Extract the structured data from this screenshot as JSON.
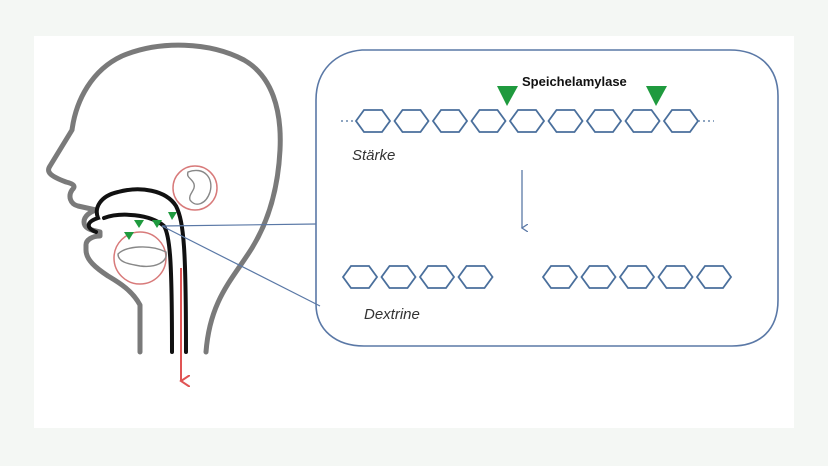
{
  "labels": {
    "enzyme": "Speichelamylase",
    "starch": "Stärke",
    "dextrins": "Dextrine"
  },
  "colors": {
    "background": "#f4f7f4",
    "panel": "#ffffff",
    "head_outline": "#7a7a7a",
    "tract": "#111111",
    "glucose_ring": "#4a6f9c",
    "callout": "#5a78a6",
    "enzyme_marker": "#1f9a3e",
    "gland_circle": "#d87a7a",
    "flow_arrow": "#e05454"
  },
  "icons": {
    "head": "head-profile-icon",
    "enzyme": "enzyme-triangle-icon",
    "arrow": "down-arrow-icon"
  },
  "starch_chain": {
    "units": 9,
    "cleavage_after_units": [
      4,
      8
    ]
  },
  "dextrin_chains": [
    {
      "units": 4
    },
    {
      "units": 5
    }
  ]
}
